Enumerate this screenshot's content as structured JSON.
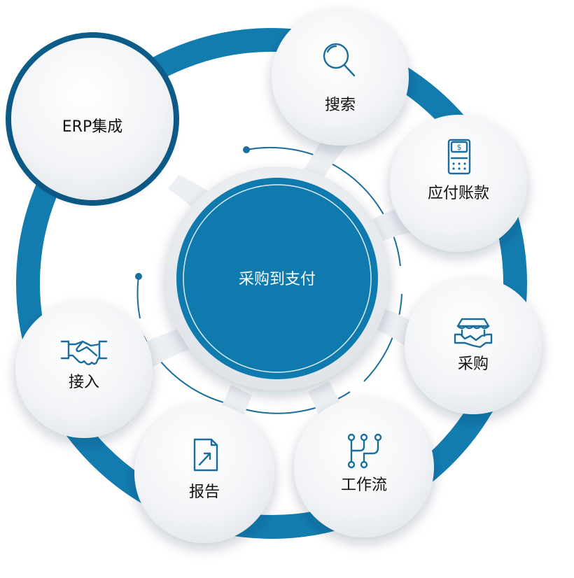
{
  "diagram": {
    "center": {
      "label": "采购到支付"
    },
    "nodes": [
      {
        "id": "erp",
        "label": "ERP集成",
        "icon": ""
      },
      {
        "id": "search",
        "label": "搜索",
        "icon": "magnifier-icon"
      },
      {
        "id": "payables",
        "label": "应付账款",
        "icon": "invoice-calculator-icon"
      },
      {
        "id": "procurement",
        "label": "采购",
        "icon": "storefront-handshake-icon"
      },
      {
        "id": "workflow",
        "label": "工作流",
        "icon": "workflow-nodes-icon"
      },
      {
        "id": "report",
        "label": "报告",
        "icon": "report-document-icon"
      },
      {
        "id": "access",
        "label": "接入",
        "icon": "handshake-icon"
      }
    ]
  },
  "colors": {
    "accent": "#0f7aae",
    "accent_dark": "#0a6392",
    "ring": "#137caf",
    "node_fill": "#f1f3f6",
    "icon": "#1a6e9c"
  }
}
